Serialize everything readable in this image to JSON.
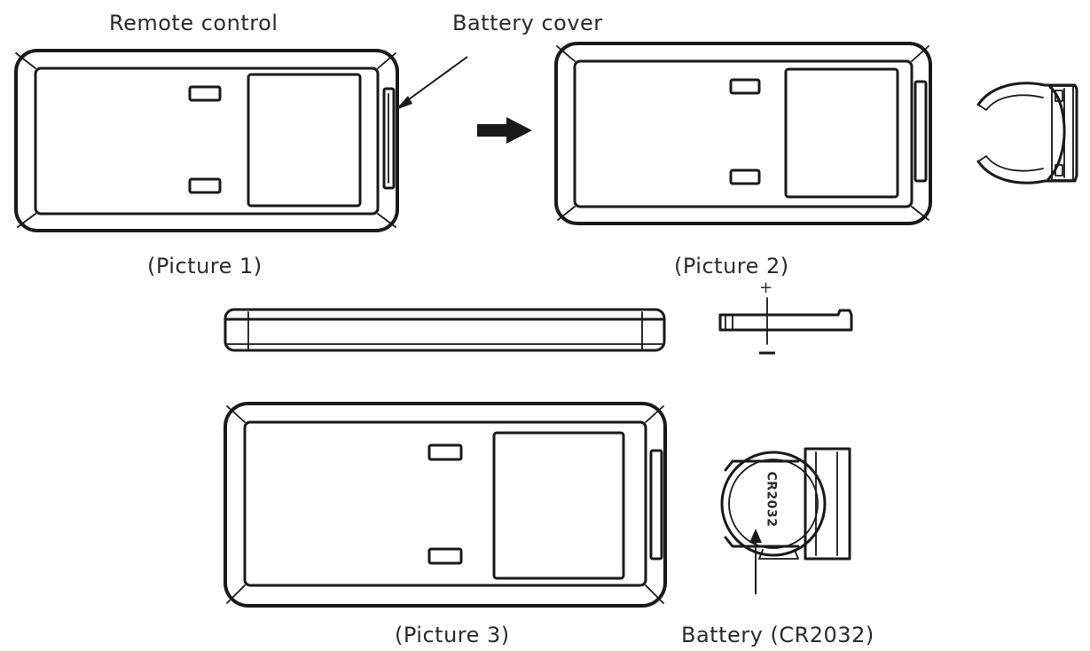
{
  "labels": {
    "remote_control": "Remote control",
    "battery_cover": "Battery cover",
    "picture1": "(Picture 1)",
    "picture2": "(Picture 2)",
    "picture3": "(Picture 3)",
    "battery": "Battery (CR2032)",
    "plus_sign": "+",
    "minus_sign": "−",
    "battery_marking": "CR2032"
  },
  "colors": {
    "line": "#1a1a1a",
    "text": "#2b2b2b",
    "background": "#ffffff"
  }
}
